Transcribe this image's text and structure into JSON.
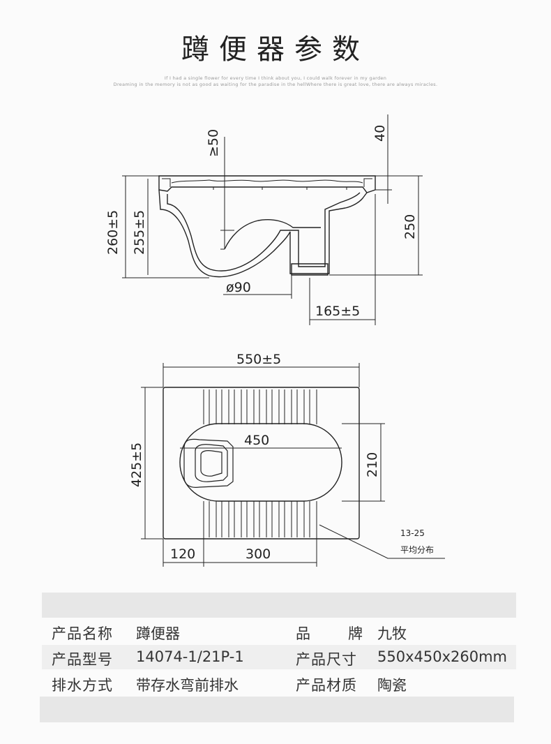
{
  "header": {
    "title": "蹲便器参数",
    "subtitle_line1": "If I had a single flower for every time I think about you, I could walk forever in my garden",
    "subtitle_line2": "Dreaming in the memory is not as good as waiting for the paradise in the hellWhere there is great love, there are always miracles."
  },
  "side_view": {
    "dim_ge50": "≥50",
    "dim_40": "40",
    "dim_260": "260±5",
    "dim_255": "255±5",
    "dim_250": "250",
    "dim_phi90": "ø90",
    "dim_165": "165±5"
  },
  "top_view": {
    "dim_550": "550±5",
    "dim_450": "450",
    "dim_210": "210",
    "dim_425": "425±5",
    "dim_120": "120",
    "dim_300": "300",
    "note_range": "13-25",
    "note_text": "平均分布"
  },
  "specs": {
    "row1": {
      "k1": "产品名称",
      "v1": "蹲便器",
      "k2a": "品",
      "k2b": "牌",
      "v2": "九牧"
    },
    "row2": {
      "k1": "产品型号",
      "v1": "14074-1/21P-1",
      "k2": "产品尺寸",
      "v2": "550x450x260mm"
    },
    "row3": {
      "k1": "排水方式",
      "v1": "带存水弯前排水",
      "k2": "产品材质",
      "v2": "陶瓷"
    }
  }
}
